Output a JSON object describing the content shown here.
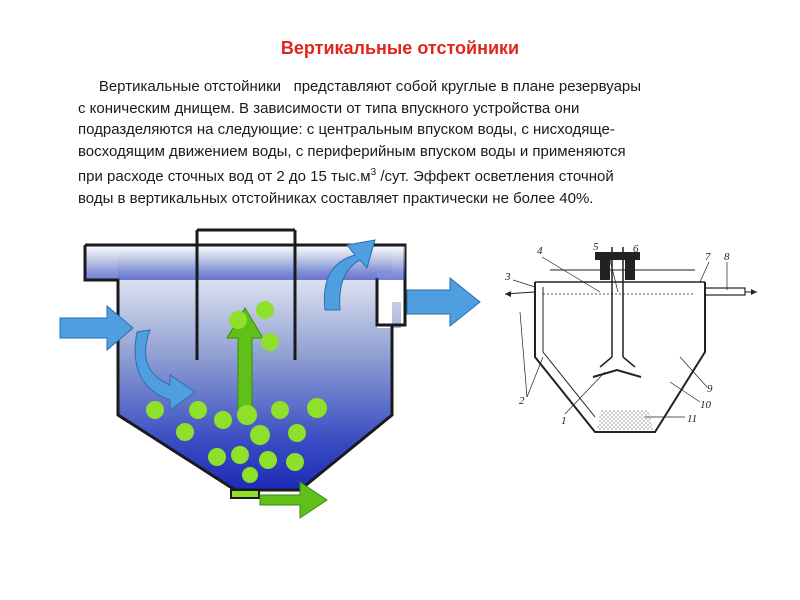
{
  "title": "Вертикальные отстойники",
  "paragraph": {
    "lines": [
      "     Вертикальные отстойники   представляют собой круглые в плане резервуары",
      "с коническим днищем. В зависимости от типа впускного устройства они",
      "подразделяются на следующие: с центральным впуском воды, с нисходяще-",
      "восходящим движением воды, с периферийным впуском воды и применяются"
    ],
    "line5_before_sup": "при расходе сточных вод от 2 до 15 тыс.м",
    "line5_sup": "3",
    "line5_after_sup": " /сут. Эффект осветления сточной",
    "line6": "воды в вертикальных отстойниках составляет практически не более 40%."
  },
  "schematic_labels": [
    "1",
    "2",
    "3",
    "4",
    "5",
    "6",
    "7",
    "8",
    "9",
    "10",
    "11"
  ],
  "colors": {
    "title": "#e0261b",
    "tank_top": "#ffffff",
    "tank_mid": "#6f87c8",
    "tank_bottom": "#1d2ab8",
    "particles": "#8fe02a",
    "arrow_blue": "#4f9fe0",
    "arrow_green": "#5ec018"
  }
}
